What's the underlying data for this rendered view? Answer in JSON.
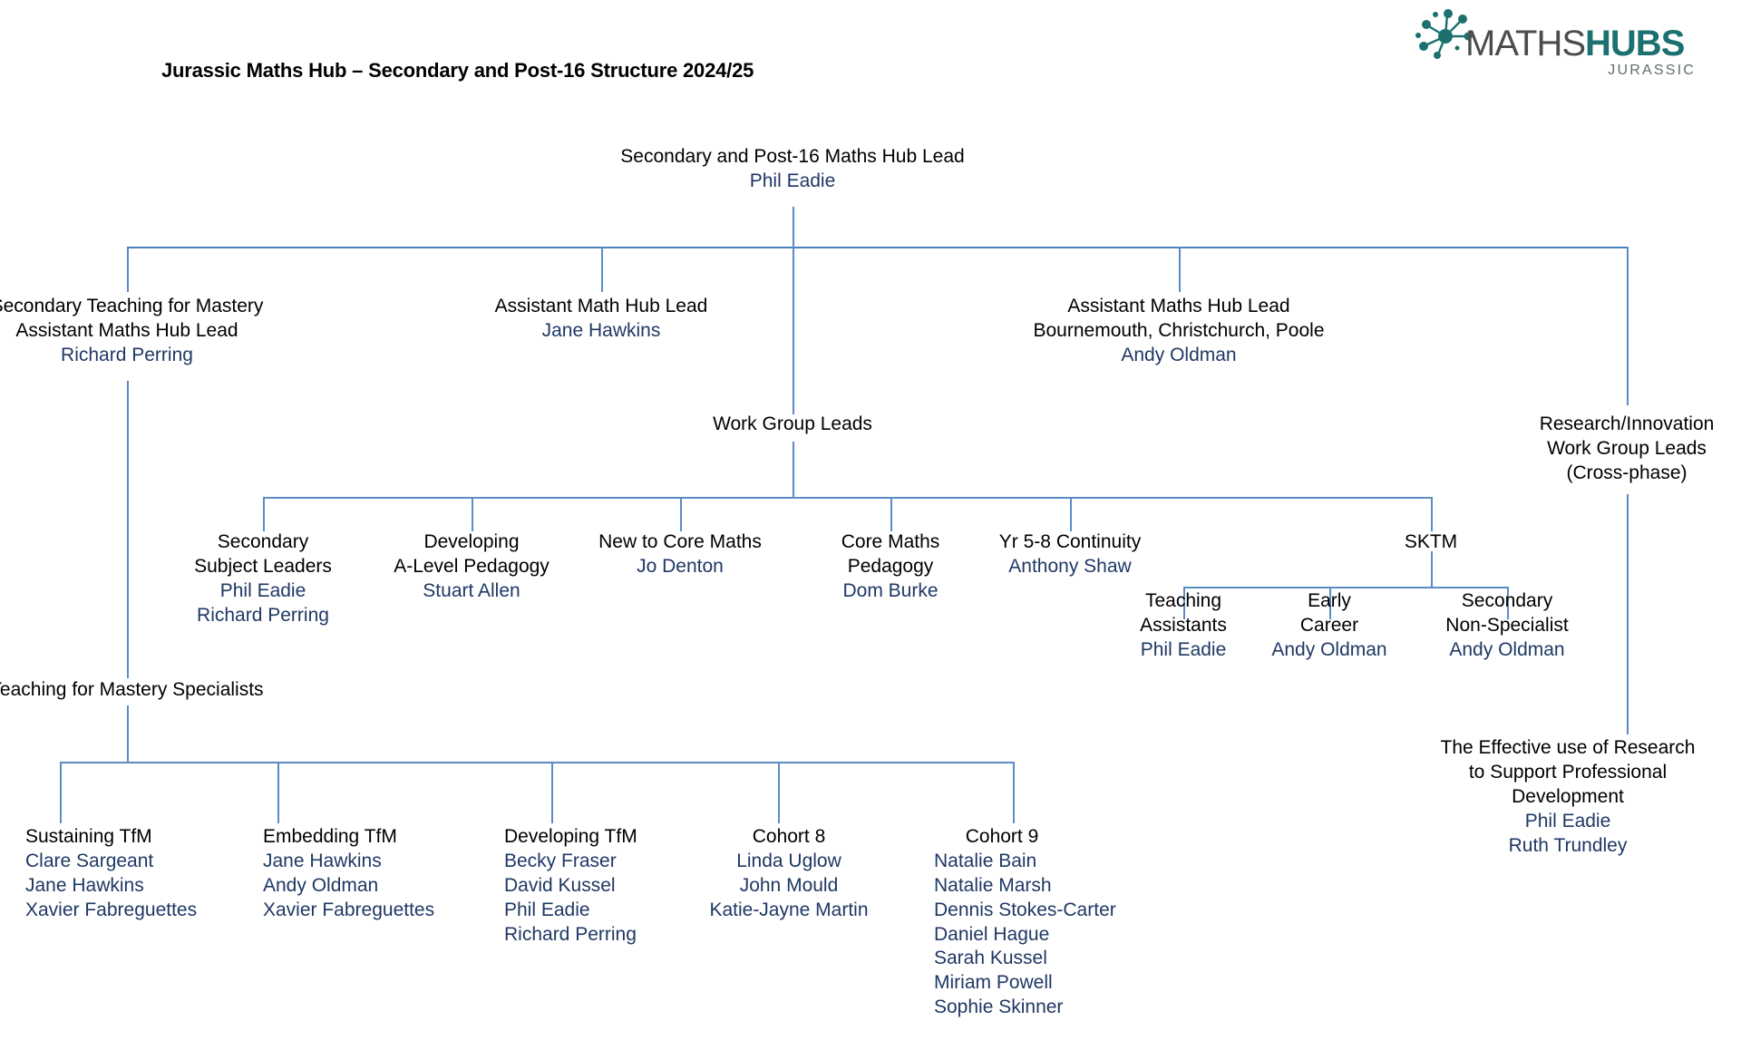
{
  "title": "Jurassic Maths Hub – Secondary and Post-16 Structure 2024/25",
  "logo": {
    "word_primary": "MATHS",
    "word_secondary": "HUBS",
    "subtitle": "JURASSIC",
    "icon": "network-node-icon",
    "color_teal": "#1d7070",
    "color_grey": "#4c4c4c"
  },
  "colors": {
    "role_text": "#000000",
    "person_text": "#1f3864",
    "connector": "#5b8cc4"
  },
  "org": {
    "root": {
      "role": "Secondary and Post-16 Maths Hub Lead",
      "people": [
        "Phil Eadie"
      ]
    },
    "level2": [
      {
        "role_lines": [
          "Secondary Teaching for Mastery",
          "Assistant Maths Hub Lead"
        ],
        "people": [
          "Richard Perring"
        ]
      },
      {
        "role_lines": [
          "Assistant Math Hub Lead"
        ],
        "people": [
          "Jane Hawkins"
        ]
      },
      {
        "role_lines": [
          "Assistant Maths Hub Lead",
          "Bournemouth, Christchurch, Poole"
        ],
        "people": [
          "Andy Oldman"
        ]
      },
      {
        "role_lines": [
          "Research/Innovation",
          "Work Group Leads",
          "(Cross-phase)"
        ],
        "people": []
      }
    ],
    "work_group_leads_label": "Work Group Leads",
    "work_groups": [
      {
        "role_lines": [
          "Secondary",
          "Subject Leaders"
        ],
        "people": [
          "Phil Eadie",
          "Richard Perring"
        ]
      },
      {
        "role_lines": [
          "Developing",
          "A-Level Pedagogy"
        ],
        "people": [
          "Stuart Allen"
        ]
      },
      {
        "role_lines": [
          "New to Core Maths"
        ],
        "people": [
          "Jo Denton"
        ]
      },
      {
        "role_lines": [
          "Core Maths",
          "Pedagogy"
        ],
        "people": [
          "Dom Burke"
        ]
      },
      {
        "role_lines": [
          "Yr 5-8 Continuity"
        ],
        "people": [
          "Anthony Shaw"
        ]
      },
      {
        "role_lines": [
          "SKTM"
        ],
        "people": []
      }
    ],
    "sktm_label": "SKTM",
    "sktm_children": [
      {
        "role_lines": [
          "Teaching",
          "Assistants"
        ],
        "people": [
          "Phil Eadie"
        ]
      },
      {
        "role_lines": [
          "Early",
          "Career"
        ],
        "people": [
          "Andy Oldman"
        ]
      },
      {
        "role_lines": [
          "Secondary",
          "Non-Specialist"
        ],
        "people": [
          "Andy Oldman"
        ]
      }
    ],
    "tfm_specialists_label": "Teaching for Mastery Specialists",
    "tfm_groups": [
      {
        "role_lines": [
          "Sustaining TfM"
        ],
        "people": [
          "Clare Sargeant",
          "Jane Hawkins",
          "Xavier Fabreguettes"
        ]
      },
      {
        "role_lines": [
          "Embedding TfM"
        ],
        "people": [
          "Jane Hawkins",
          "Andy Oldman",
          "Xavier Fabreguettes"
        ]
      },
      {
        "role_lines": [
          "Developing TfM"
        ],
        "people": [
          "Becky Fraser",
          "David Kussel",
          "Phil Eadie",
          "Richard Perring"
        ]
      },
      {
        "role_lines": [
          "Cohort 8"
        ],
        "people": [
          "Linda Uglow",
          "John Mould",
          "Katie-Jayne Martin"
        ]
      },
      {
        "role_lines": [
          "Cohort 9"
        ],
        "people": [
          "Natalie Bain",
          "Natalie Marsh",
          "Dennis Stokes-Carter",
          "Daniel Hague",
          "Sarah Kussel",
          "Miriam Powell",
          "Sophie Skinner"
        ]
      }
    ],
    "research_node": {
      "role_lines": [
        "The Effective use of Research",
        "to Support Professional",
        "Development"
      ],
      "people": [
        "Phil Eadie",
        "Ruth Trundley"
      ]
    }
  }
}
